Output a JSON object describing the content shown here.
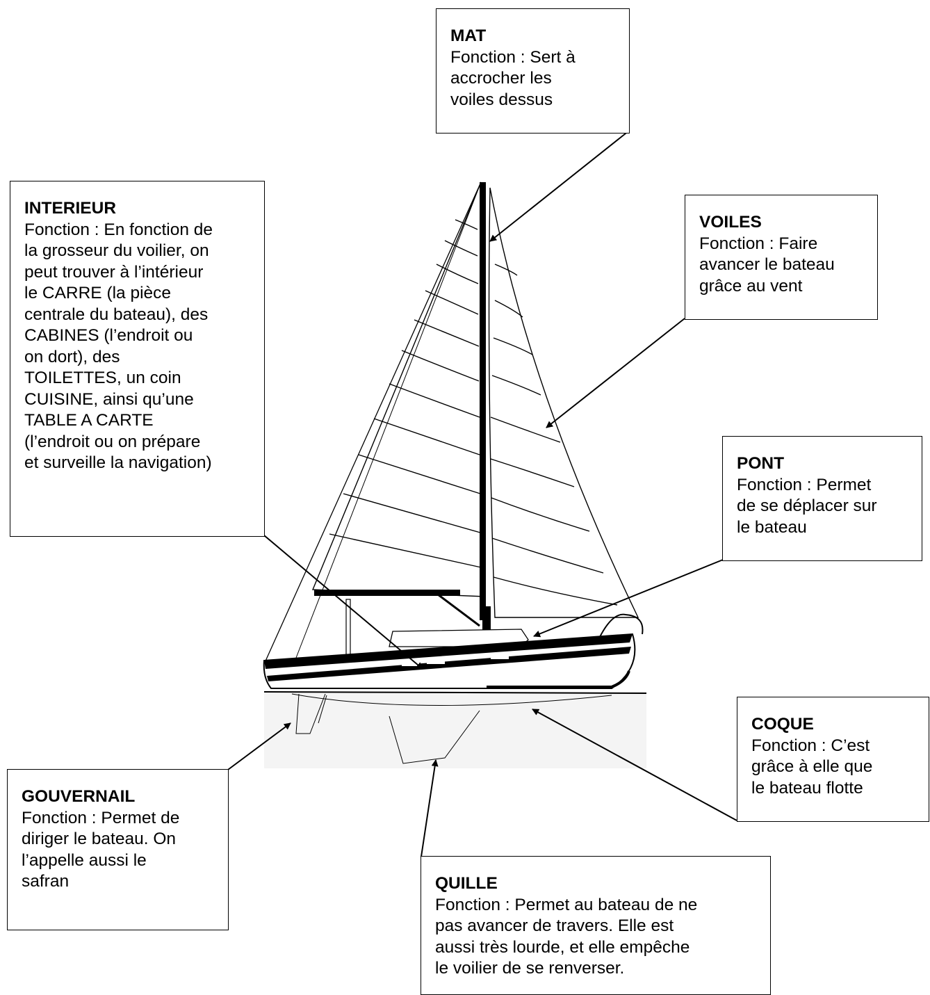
{
  "labels": {
    "mat": {
      "title": "MAT",
      "text": "Fonction : Sert à\naccrocher les\nvoiles dessus"
    },
    "interieur": {
      "title": "INTERIEUR",
      "text": "Fonction : En fonction de\nla grosseur du voilier, on\npeut trouver à l’intérieur\nle CARRE (la pièce\ncentrale du bateau), des\nCABINES (l’endroit ou\non dort), des\nTOILETTES, un coin\nCUISINE, ainsi qu’une\nTABLE A CARTE\n(l’endroit ou on prépare\net surveille la navigation)"
    },
    "voiles": {
      "title": "VOILES",
      "text": "Fonction : Faire\navancer le bateau\ngrâce au vent"
    },
    "pont": {
      "title": "PONT",
      "text": "Fonction : Permet\nde se déplacer sur\nle bateau"
    },
    "coque": {
      "title": "COQUE",
      "text": "Fonction : C’est\ngrâce à elle que\nle bateau flotte"
    },
    "gouvernail": {
      "title": "GOUVERNAIL",
      "text": "Fonction : Permet de\ndiriger le bateau. On\nl’appelle aussi le\nsafran"
    },
    "quille": {
      "title": "QUILLE",
      "text": "Fonction : Permet au bateau de ne\npas avancer de travers. Elle est\naussi très lourde, et elle empêche\nle voilier de se renverser."
    }
  }
}
